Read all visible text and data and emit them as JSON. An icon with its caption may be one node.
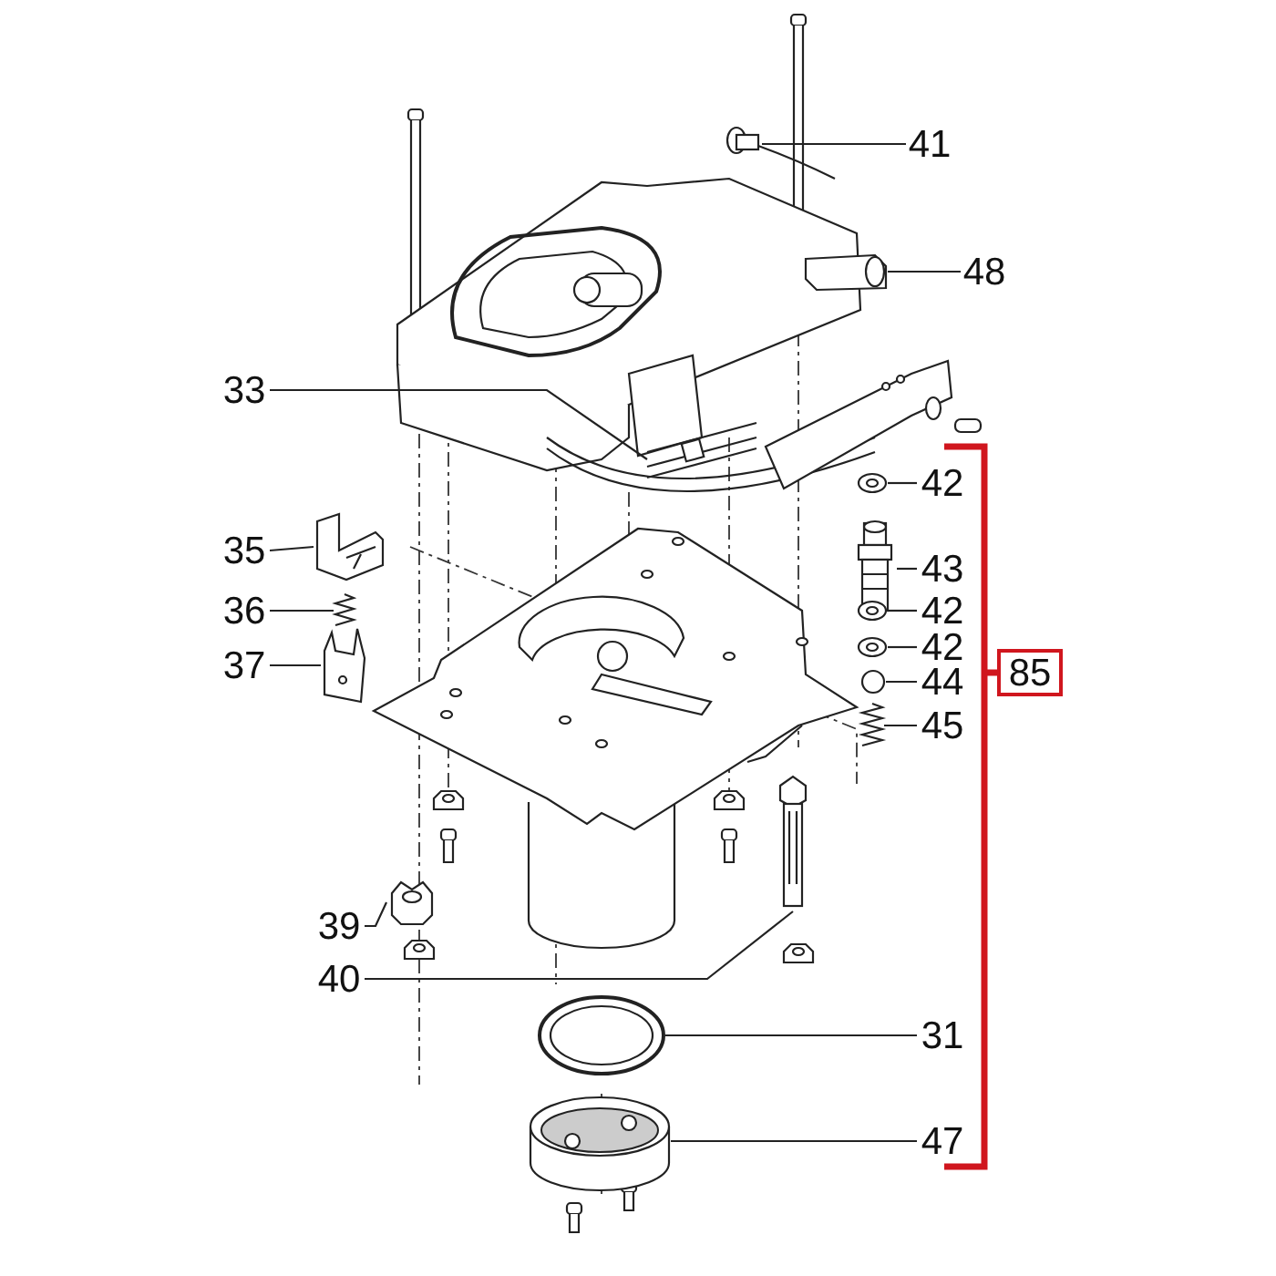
{
  "diagram": {
    "nodes": [
      {
        "text": [
          "41"
        ]
      },
      {
        "text": [],
        "shape": "picture"
      },
      {
        "text": [
          "48"
        ]
      },
      {
        "text": [],
        "shape": "picture"
      },
      {
        "text": [
          "33"
        ]
      },
      {
        "text": [],
        "shape": "picture"
      },
      {
        "text": [
          "35"
        ]
      },
      {
        "text": [],
        "shape": "picture"
      },
      {
        "text": [
          "36"
        ]
      },
      {
        "text": [],
        "shape": "picture"
      },
      {
        "text": [
          "37"
        ]
      },
      {
        "text": [],
        "shape": "picture"
      },
      {
        "text": [
          "42"
        ]
      },
      {
        "text": [],
        "shape": "picture"
      },
      {
        "text": [
          "43"
        ]
      },
      {
        "text": [],
        "shape": "picture"
      },
      {
        "text": [
          "42"
        ]
      },
      {
        "text": [],
        "shape": "picture"
      },
      {
        "text": [
          "42"
        ]
      },
      {
        "text": [],
        "shape": "picture"
      },
      {
        "text": [
          "44"
        ]
      },
      {
        "text": [],
        "shape": "circle"
      },
      {
        "text": [
          "45"
        ]
      },
      {
        "text": [],
        "shape": "picture"
      },
      {
        "text": [
          "85"
        ]
      },
      {
        "text": [
          "39"
        ]
      },
      {
        "text": [],
        "shape": "picture"
      },
      {
        "text": [
          "40"
        ]
      },
      {
        "text": [],
        "shape": "picture"
      },
      {
        "text": [
          "31"
        ]
      },
      {
        "text": [],
        "shape": "picture"
      },
      {
        "text": [
          "47"
        ]
      },
      {
        "text": [],
        "shape": "picture"
      }
    ],
    "edges": [
      {
        "from": 0,
        "to": 1,
        "arrow": "none"
      },
      {
        "from": 2,
        "to": 3,
        "arrow": "none"
      },
      {
        "from": 4,
        "to": 5,
        "arrow": "none"
      },
      {
        "from": 6,
        "to": 7,
        "arrow": "none"
      },
      {
        "from": 8,
        "to": 9,
        "arrow": "none"
      },
      {
        "from": 10,
        "to": 11,
        "arrow": "none"
      },
      {
        "from": 12,
        "to": 13,
        "arrow": "none"
      },
      {
        "from": 14,
        "to": 15,
        "arrow": "none"
      },
      {
        "from": 16,
        "to": 17,
        "arrow": "none"
      },
      {
        "from": 18,
        "to": 19,
        "arrow": "none"
      },
      {
        "from": 20,
        "to": 21,
        "arrow": "none"
      },
      {
        "from": 22,
        "to": 23,
        "arrow": "none"
      },
      {
        "from": 25,
        "to": 26,
        "arrow": "none"
      },
      {
        "from": 27,
        "to": 28,
        "arrow": "none"
      },
      {
        "from": 29,
        "to": 30,
        "arrow": "none"
      },
      {
        "from": 31,
        "to": 32,
        "arrow": "none"
      }
    ]
  }
}
